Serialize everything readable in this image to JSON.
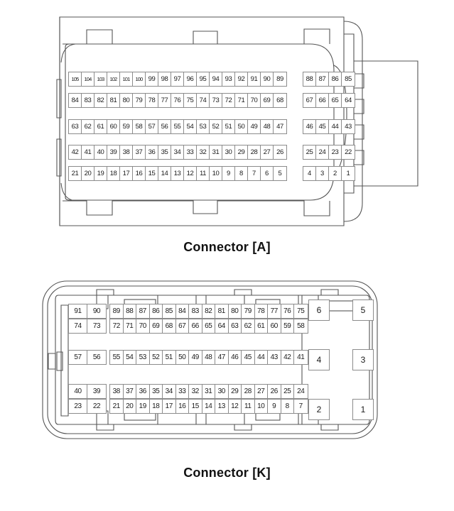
{
  "page": {
    "type": "connector-pinout-diagram",
    "background_color": "#ffffff",
    "outline_color": "#4d4d4d",
    "cell_border_color": "#8c8c8c",
    "text_color": "#1a1a1a"
  },
  "connectors": [
    {
      "id": "A",
      "caption": "Connector [A]",
      "total_pins": 105,
      "row_count": 5,
      "rows": [
        {
          "main": [
            "105",
            "104",
            "103",
            "102",
            "101",
            "100",
            "99",
            "98",
            "97",
            "96",
            "95",
            "94",
            "93",
            "92",
            "91",
            "90",
            "89"
          ],
          "side": [
            "88",
            "87",
            "86",
            "85"
          ]
        },
        {
          "main": [
            "84",
            "83",
            "82",
            "81",
            "80",
            "79",
            "78",
            "77",
            "76",
            "75",
            "74",
            "73",
            "72",
            "71",
            "70",
            "69",
            "68"
          ],
          "side": [
            "67",
            "66",
            "65",
            "64"
          ]
        },
        {
          "main": [
            "63",
            "62",
            "61",
            "60",
            "59",
            "58",
            "57",
            "56",
            "55",
            "54",
            "53",
            "52",
            "51",
            "50",
            "49",
            "48",
            "47"
          ],
          "side": [
            "46",
            "45",
            "44",
            "43"
          ]
        },
        {
          "main": [
            "42",
            "41",
            "40",
            "39",
            "38",
            "37",
            "36",
            "35",
            "34",
            "33",
            "32",
            "31",
            "30",
            "29",
            "28",
            "27",
            "26"
          ],
          "side": [
            "25",
            "24",
            "23",
            "22"
          ]
        },
        {
          "main": [
            "21",
            "20",
            "19",
            "18",
            "17",
            "16",
            "15",
            "14",
            "13",
            "12",
            "11",
            "10",
            "9",
            "8",
            "7",
            "6",
            "5"
          ],
          "side": [
            "4",
            "3",
            "2",
            "1"
          ]
        }
      ]
    },
    {
      "id": "K",
      "caption": "Connector [K]",
      "total_pins": 91,
      "row_count": 6,
      "rows": [
        {
          "lead": [
            "91",
            "90"
          ],
          "main": [
            "89",
            "88",
            "87",
            "86",
            "85",
            "84",
            "83",
            "82",
            "81",
            "80",
            "79",
            "78",
            "77",
            "76",
            "75"
          ]
        },
        {
          "lead": [
            "74",
            "73"
          ],
          "main": [
            "72",
            "71",
            "70",
            "69",
            "68",
            "67",
            "66",
            "65",
            "64",
            "63",
            "62",
            "61",
            "60",
            "59",
            "58"
          ]
        },
        {
          "lead": [
            "57",
            "56"
          ],
          "main": [
            "55",
            "54",
            "53",
            "52",
            "51",
            "50",
            "49",
            "48",
            "47",
            "46",
            "45",
            "44",
            "43",
            "42",
            "41"
          ]
        },
        {
          "lead": [
            "40",
            "39"
          ],
          "main": [
            "38",
            "37",
            "36",
            "35",
            "34",
            "33",
            "32",
            "31",
            "30",
            "29",
            "28",
            "27",
            "26",
            "25",
            "24"
          ]
        },
        {
          "lead": [
            "23",
            "22"
          ],
          "main": [
            "21",
            "20",
            "19",
            "18",
            "17",
            "16",
            "15",
            "14",
            "13",
            "12",
            "11",
            "10",
            "9",
            "8",
            "7"
          ]
        }
      ],
      "aux_block": {
        "columns": 2,
        "rows": 3,
        "cells": [
          "6",
          "5",
          "4",
          "3",
          "2",
          "1"
        ]
      }
    }
  ]
}
